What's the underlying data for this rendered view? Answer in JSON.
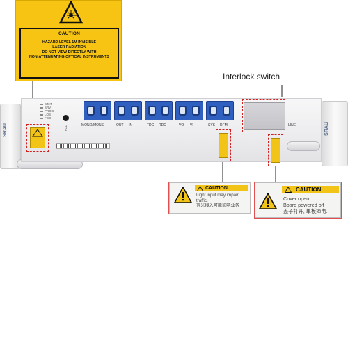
{
  "laser_label": {
    "title": "CAUTION",
    "lines": [
      "HAZARD LEVEL 1M INVISIBLE",
      "LASER RADIATION",
      "DO NOT VIEW DIRECTLY WITH",
      "NON-ATTENUATING OPTICAL INSTRUMENTS"
    ]
  },
  "callouts": {
    "interlock": "Interlock switch"
  },
  "device": {
    "board_name_left": "SRAU",
    "board_name_right": "SRAU",
    "indicators": [
      "STAT",
      "SRV",
      "PROG",
      "LOS",
      "FCD"
    ],
    "port_label_fcd": "FCD",
    "port_group_labels": [
      "MONO/MONS",
      "OUT",
      "IN",
      "TDC",
      "RDC",
      "VO",
      "VI",
      "SYS",
      "RFM",
      "LINE"
    ],
    "colors": {
      "port_blue": "#2f5fbf",
      "label_yellow": "#f2c418",
      "callout_red": "#d62020"
    }
  },
  "traffic_label": {
    "title": "CAUTION",
    "line1": "Light input may impair",
    "line2": "traffic.",
    "line3": "有光接入可能影响业务"
  },
  "cover_label": {
    "title": "CAUTION",
    "line1": "Cover open.",
    "line2": "Board powered off",
    "line3": "盖子打开, 单板掉电."
  }
}
